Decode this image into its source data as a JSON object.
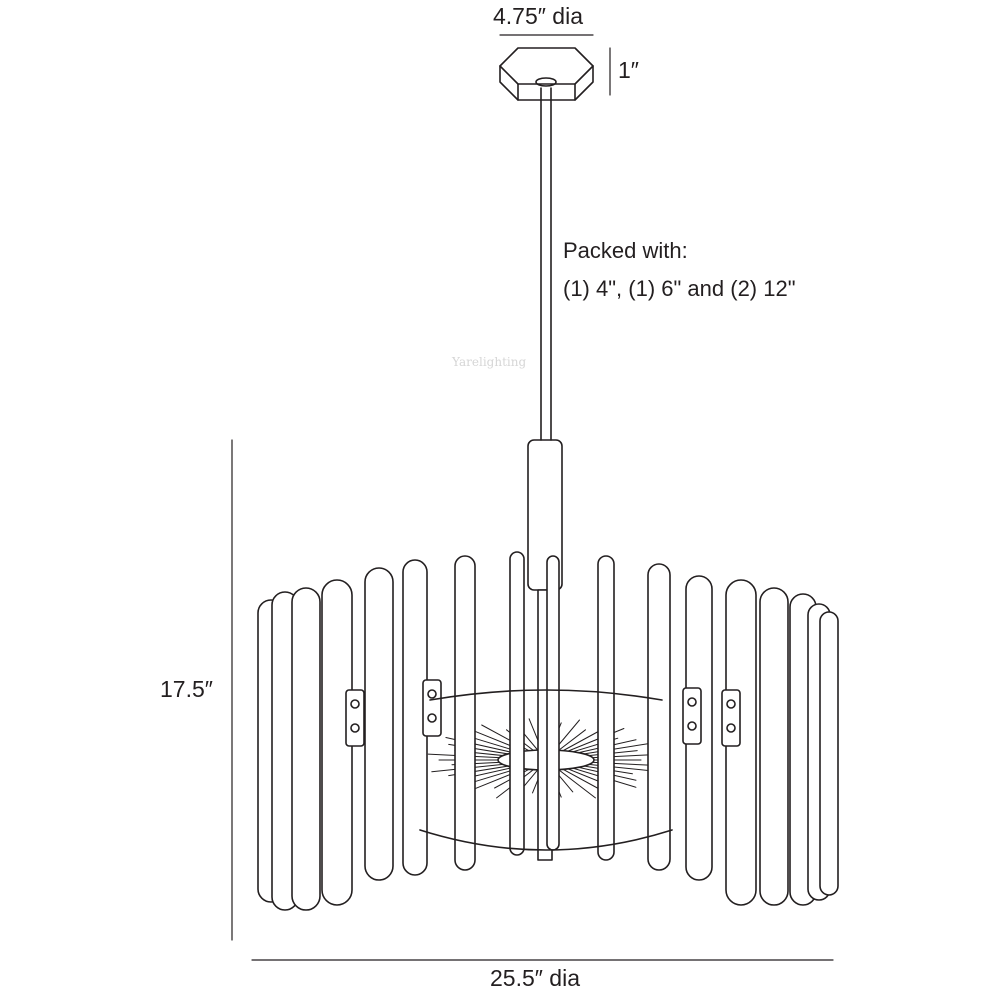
{
  "dimensions": {
    "canopy_diameter": "4.75″ dia",
    "canopy_height": "1″",
    "overall_height": "17.5″",
    "fixture_diameter": "25.5″ dia"
  },
  "note": {
    "line1": "Packed with:",
    "line2": "(1) 4\", (1) 6\" and (2) 12\""
  },
  "watermark": "Yarelighting",
  "colors": {
    "line": "#231f20",
    "background": "#ffffff"
  }
}
